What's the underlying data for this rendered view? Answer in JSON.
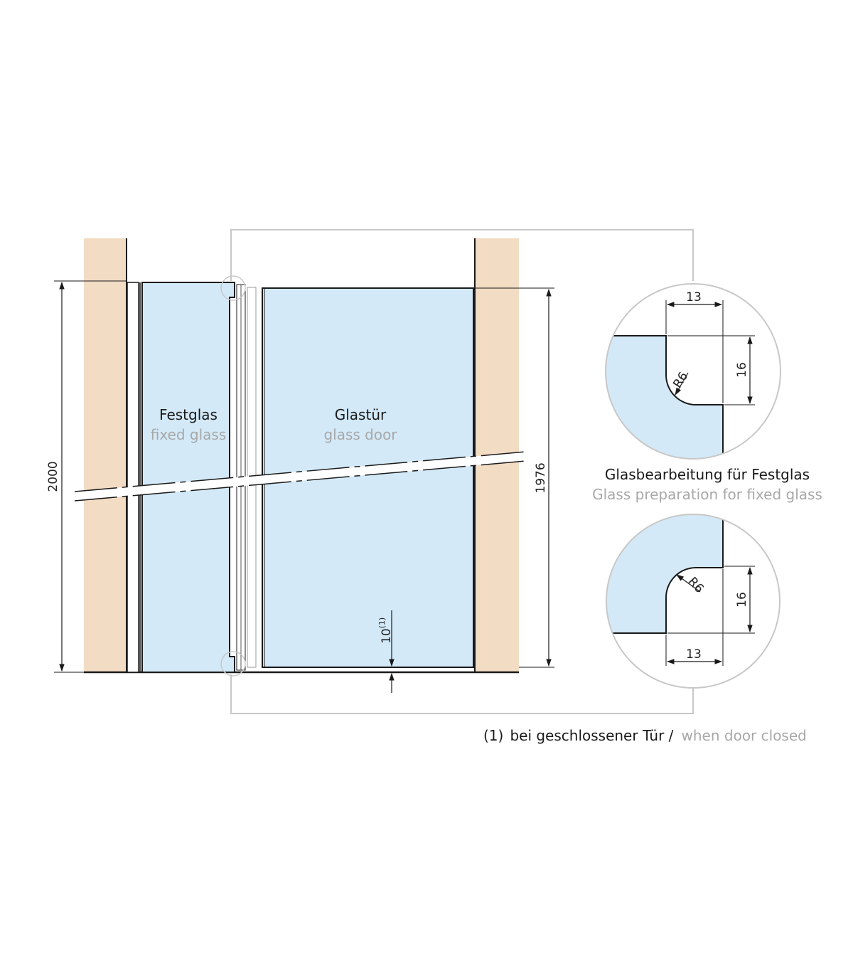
{
  "labels": {
    "fixed_glass_de": "Festglas",
    "fixed_glass_en": "fixed glass",
    "glass_door_de": "Glastür",
    "glass_door_en": "glass door",
    "prep_de": "Glasbearbeitung für Festglas",
    "prep_en": "Glass preparation for fixed glass",
    "footnote_mark": "(1)",
    "footnote_de": "bei geschlossener Tür /",
    "footnote_en": "when door closed"
  },
  "dimensions": {
    "total_height": "2000",
    "door_height": "1976",
    "gap_bottom": "10",
    "gap_bottom_note": "(1)",
    "detail_top_width": "13",
    "detail_top_height": "16",
    "detail_top_radius": "R6",
    "detail_bottom_width": "13",
    "detail_bottom_height": "16",
    "detail_bottom_radius": "R6"
  },
  "colors": {
    "wall": "#f2dcc4",
    "glass": "#d3e9f7",
    "line": "#1a1a1a",
    "callout": "#c8c8c8",
    "secondary_text": "#a8a8a8"
  }
}
